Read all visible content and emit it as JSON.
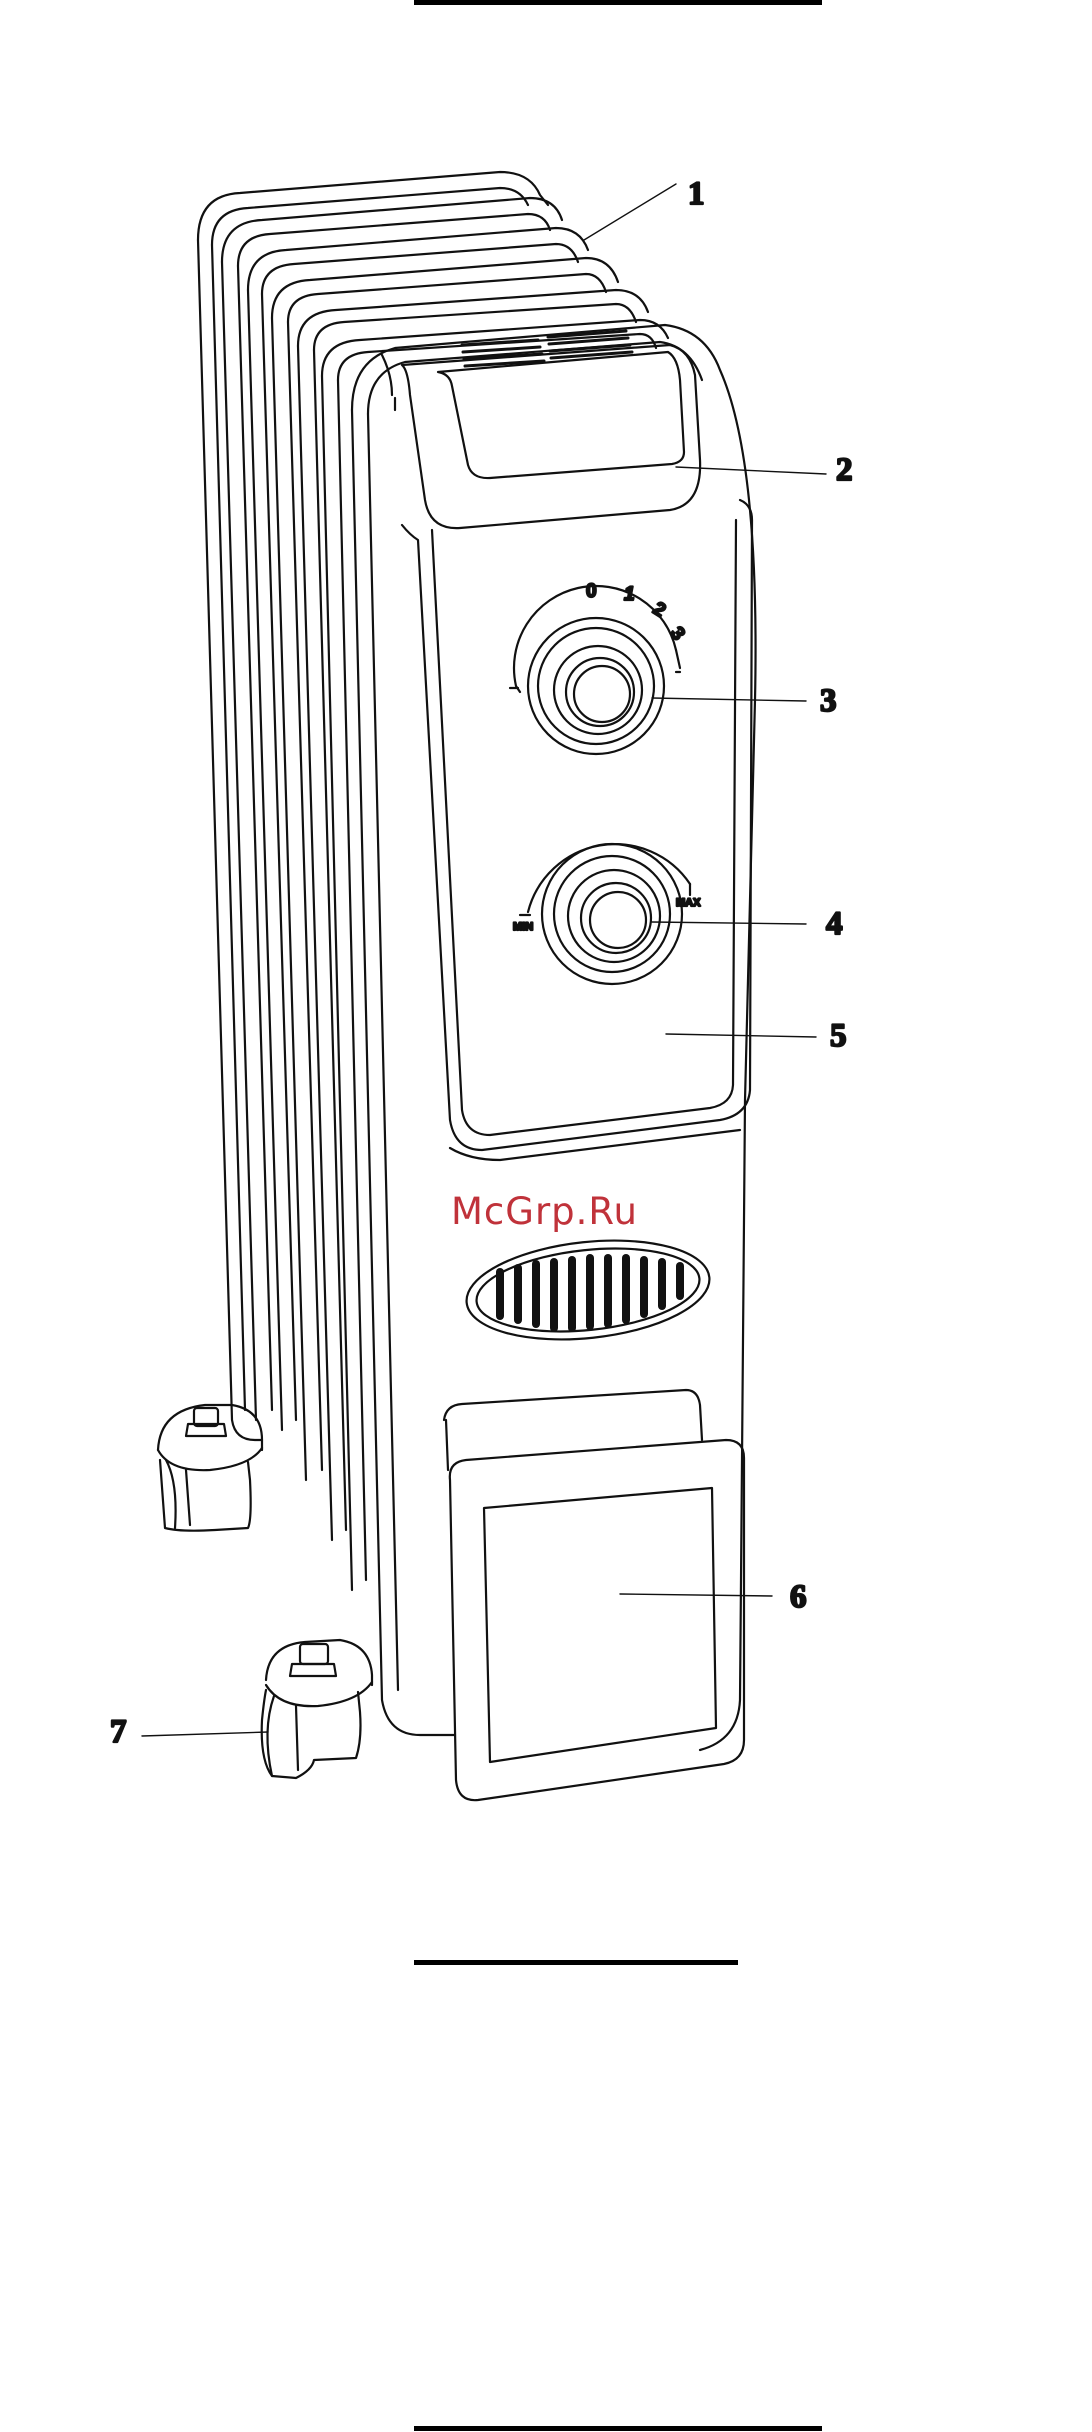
{
  "watermark": "McGrp.Ru",
  "callouts": [
    "1",
    "2",
    "3",
    "4",
    "5",
    "6",
    "7"
  ],
  "thermostat_dial": {
    "marks": [
      "0",
      "1",
      "2",
      "3"
    ]
  },
  "power_dial": {
    "min_label": "MIN",
    "max_label": "MAX"
  }
}
